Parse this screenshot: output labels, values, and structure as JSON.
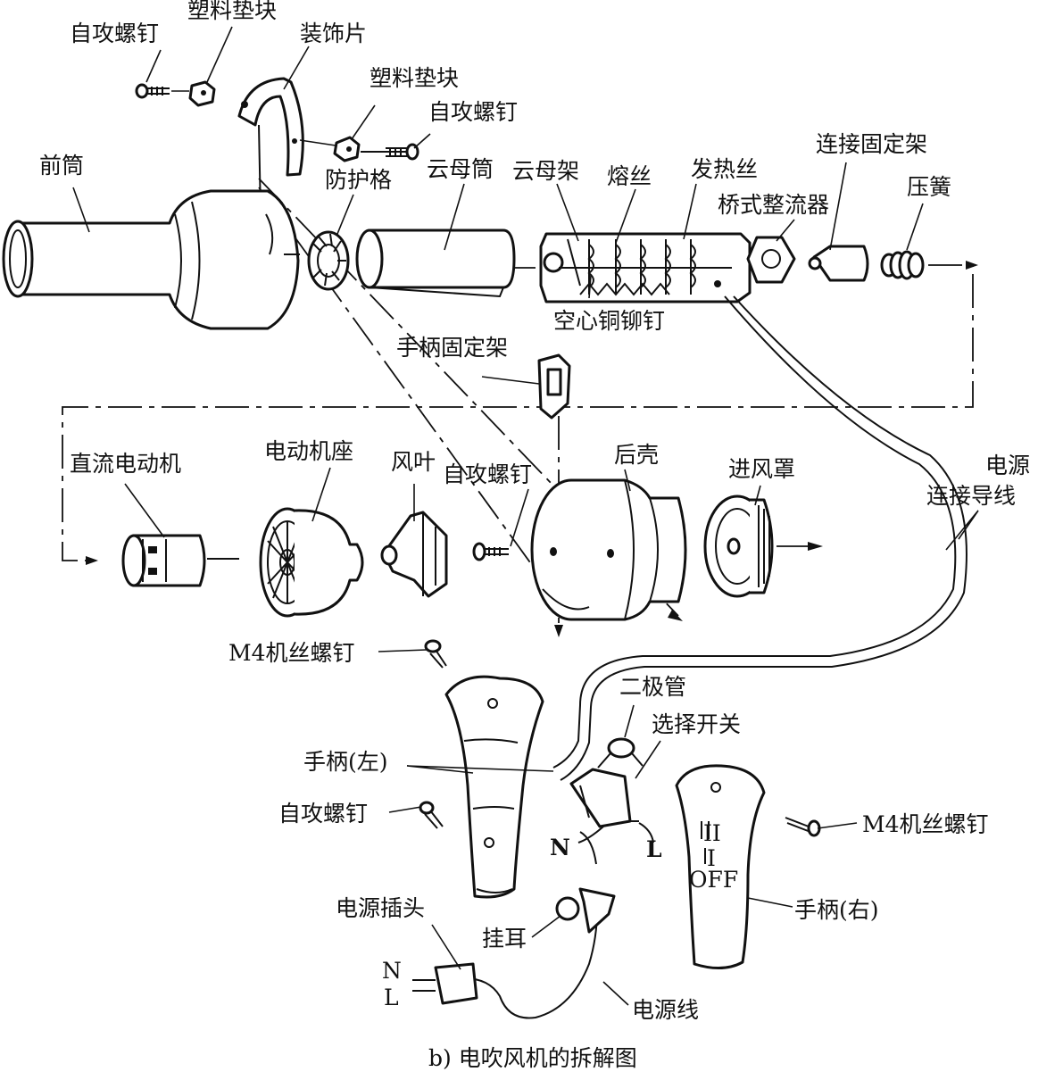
{
  "title": "b) 电吹风机的拆解图",
  "labels": {
    "self_tap_screw_1": "自攻螺钉",
    "plastic_pad_1": "塑料垫块",
    "decor_piece": "装饰片",
    "plastic_pad_2": "塑料垫块",
    "self_tap_screw_2": "自攻螺钉",
    "front_barrel": "前筒",
    "guard_grille": "防护格",
    "mica_tube": "云母筒",
    "mica_frame": "云母架",
    "fuse": "熔丝",
    "heating_wire": "发热丝",
    "connect_bracket": "连接固定架",
    "bridge_rectifier": "桥式整流器",
    "spring": "压簧",
    "hollow_rivet": "空心铜铆钉",
    "handle_bracket": "手柄固定架",
    "dc_motor": "直流电动机",
    "motor_seat": "电动机座",
    "fan_blade": "风叶",
    "self_tap_screw_3": "自攻螺钉",
    "rear_shell": "后壳",
    "air_inlet_cover": "进风罩",
    "power_lead_1": "电源",
    "power_lead_2": "连接导线",
    "m4_screw_left": "M4机丝螺钉",
    "diode": "二极管",
    "selector_switch": "选择开关",
    "handle_left": "手柄(左)",
    "self_tap_screw_4": "自攻螺钉",
    "m4_screw_right": "M4机丝螺钉",
    "handle_right": "手柄(右)",
    "power_plug": "电源插头",
    "hang_ring": "挂耳",
    "power_cord": "电源线",
    "switch_mark_ii": "II",
    "switch_mark_i": "I",
    "switch_mark_off": "OFF",
    "pin_n": "N",
    "pin_l": "L",
    "wire_n": "N",
    "wire_l": "L"
  }
}
